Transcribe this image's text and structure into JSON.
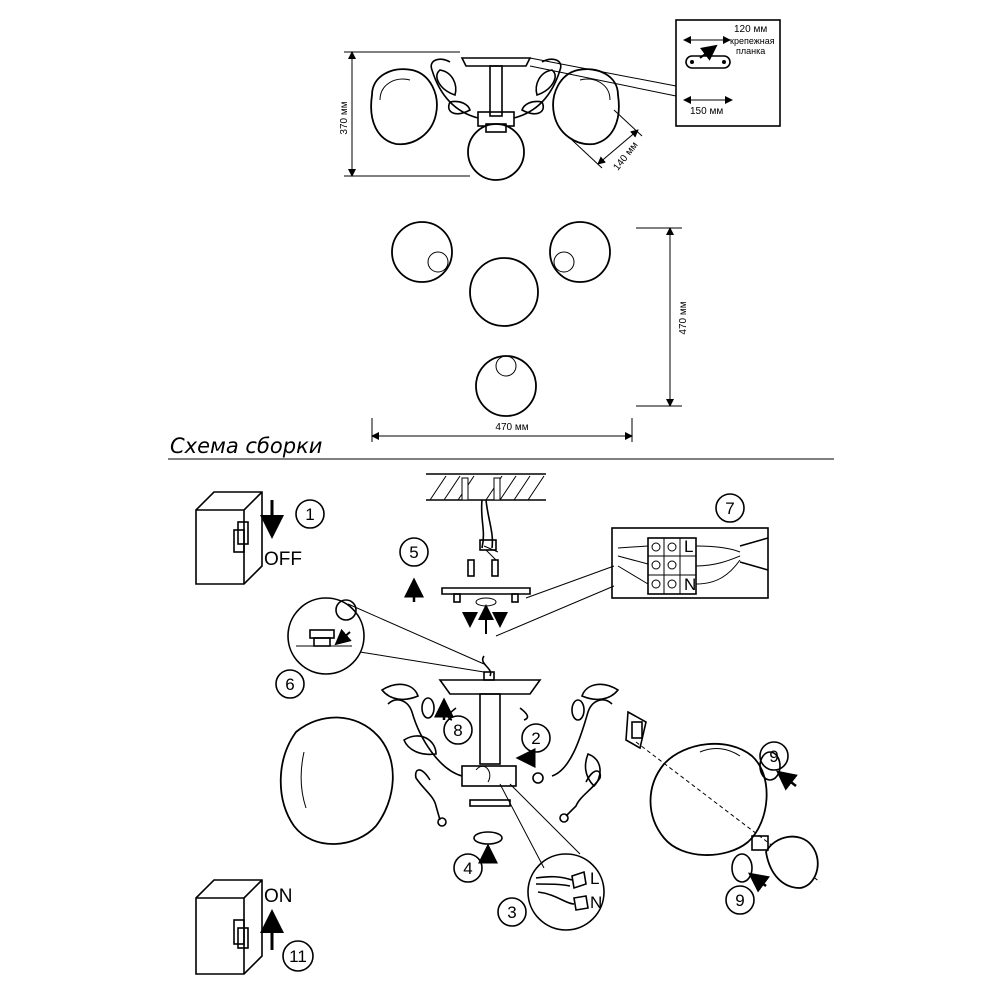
{
  "dims": {
    "height": "370 мм",
    "bracket_width": "120 мм",
    "bracket_label_1": "крепежная",
    "bracket_label_2": "планка",
    "bracket_length": "150 мм",
    "shade": "140 мм",
    "width_vertical": "470 мм",
    "width_horizontal": "470 мм"
  },
  "section_title": "Схема сборки",
  "switch": {
    "off": "OFF",
    "on": "ON"
  },
  "steps": [
    "1",
    "2",
    "3",
    "4",
    "5",
    "6",
    "7",
    "8",
    "9",
    "9",
    "11"
  ],
  "terminal": {
    "live": "L",
    "neutral": "N"
  },
  "wires": {
    "live": "L",
    "neutral": "N"
  }
}
